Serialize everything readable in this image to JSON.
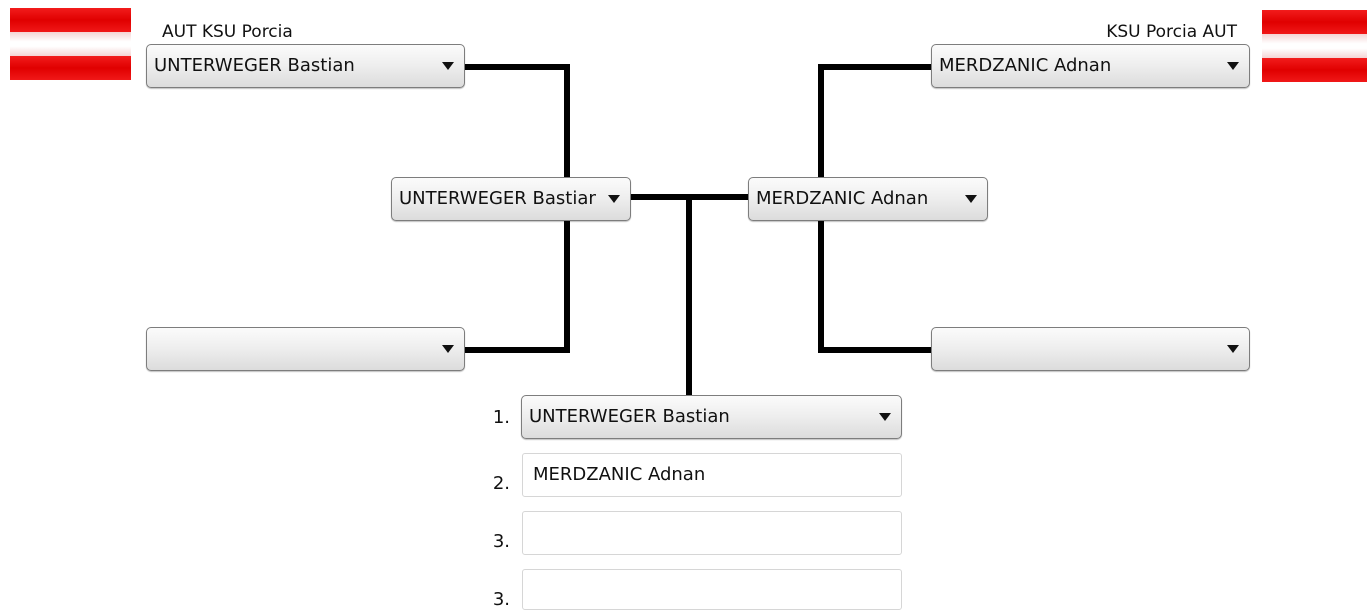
{
  "left": {
    "club": "AUT KSU Porcia",
    "seed1": "UNTERWEGER  Bastian",
    "seed2": "",
    "winner": "UNTERWEGER  Bastian"
  },
  "right": {
    "club": "KSU Porcia AUT",
    "seed1": "MERDZANIC Adnan",
    "seed2": "",
    "winner": "MERDZANIC Adnan"
  },
  "results": {
    "ranks": [
      "1.",
      "2.",
      "3.",
      "3."
    ],
    "first": "UNTERWEGER  Bastian",
    "second": "MERDZANIC Adnan",
    "third_a": "",
    "third_b": ""
  },
  "icons": {
    "flag_left": "austria-flag-icon",
    "flag_right": "austria-flag-icon",
    "dropdown": "chevron-down-icon"
  },
  "colors": {
    "flag_red": "#e00000",
    "flag_white": "#ffffff",
    "bracket_line": "#000000"
  }
}
